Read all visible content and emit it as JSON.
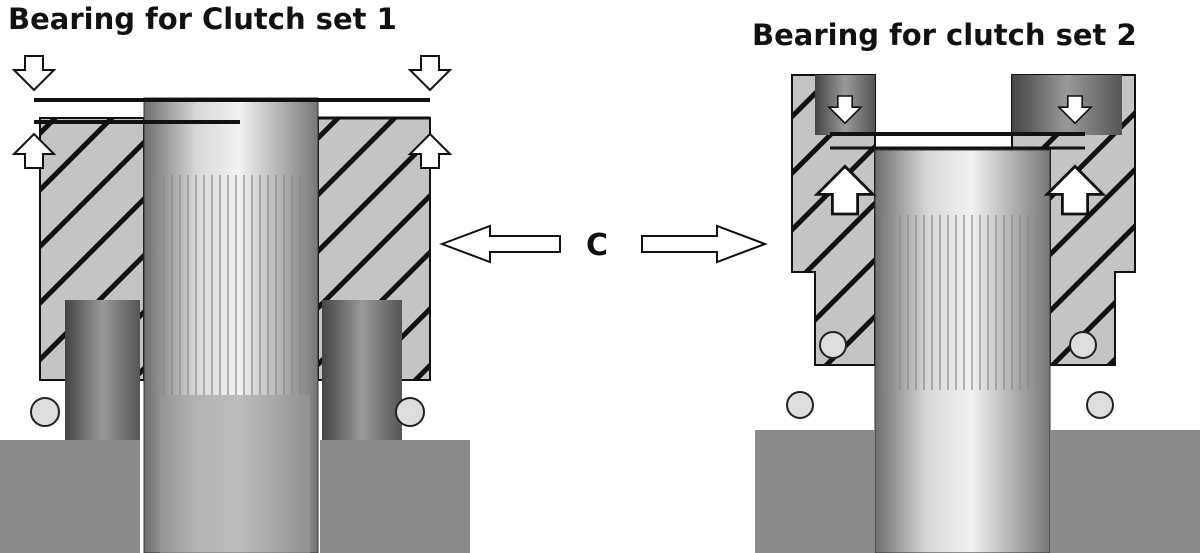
{
  "labels": {
    "bearing_1": "Bearing for Clutch set 1",
    "bearing_2": "Bearing for clutch set 2",
    "center": "C"
  },
  "colors": {
    "housing": "#bdbdbd",
    "shaft_light": "#e6e6e6",
    "shaft_dark": "#7a7a7a",
    "outline": "#111111"
  }
}
